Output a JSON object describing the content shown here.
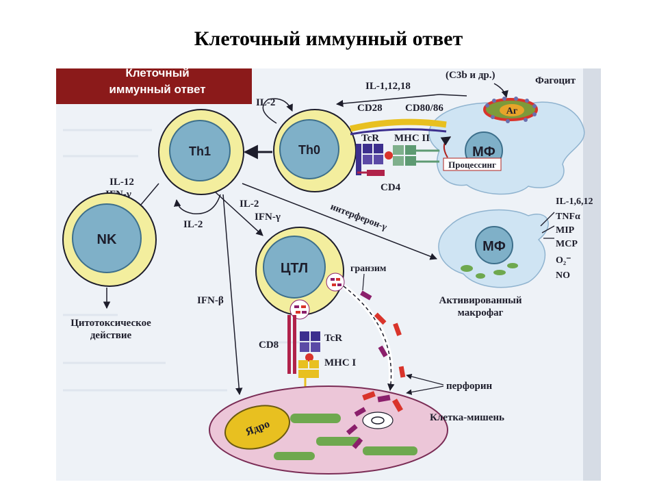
{
  "title": "Клеточный иммунный ответ",
  "banner": {
    "line1": "Клеточный",
    "line2": "иммунный ответ"
  },
  "cells": {
    "th1": "Th1",
    "th0": "Th0",
    "nk": "NK",
    "ctl": "ЦТЛ",
    "mf_top": "МФ",
    "mf_active": "МФ"
  },
  "labels": {
    "c3b": "(С3b и др.)",
    "phagocyte": "Фагоцит",
    "il_1_12_18": "IL-1,12,18",
    "il2_top": "IL-2",
    "cd28": "CD28",
    "cd80_86": "CD80/86",
    "ag": "Аг",
    "tcr_top": "TcR",
    "mhc2": "MHC II",
    "processing": "Процессинг",
    "cd4": "CD4",
    "il12": "IL-12",
    "ifn_g_left": "IFN-γ",
    "il2_left": "IL-2",
    "il2_mid": "IL-2",
    "ifn_g_mid": "IFN-γ",
    "interferon": "интерферон-γ",
    "ifn_b": "IFN-β",
    "granzyme": "гранзим",
    "cd8": "CD8",
    "tcr_bottom": "TcR",
    "mhc1": "MHC I",
    "cytotoxic_1": "Цитотоксическое",
    "cytotoxic_2": "действие",
    "activated_1": "Активированный",
    "activated_2": "макрофаг",
    "perforin": "перфорин",
    "target": "Клетка-мишень",
    "nucleus": "Ядро"
  },
  "cytokines": [
    "IL-1,6,12",
    "TNFα",
    "MIP",
    "MCP",
    "O₂⁻",
    "NO"
  ],
  "colors": {
    "banner": "#8b1a1a",
    "cell_outer": "#f3ee9e",
    "cell_inner": "#7fb0c8",
    "macrophage": "#cfe4f3",
    "target_cell": "#ecc6d8",
    "nucleus": "#e8c020",
    "mito": "#6ea84e",
    "perforin": "#d9342b",
    "granzyme": "#8b1f6b"
  }
}
